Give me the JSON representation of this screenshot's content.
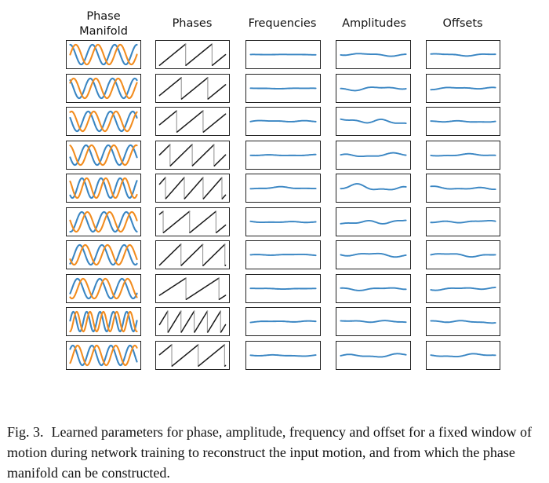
{
  "figure": {
    "headers": {
      "phase_manifold": [
        "Phase",
        "Manifold"
      ],
      "phases": "Phases",
      "frequencies": "Frequencies",
      "amplitudes": "Amplitudes",
      "offsets": "Offsets"
    },
    "colors": {
      "manifold_orange": "#f28c1e",
      "manifold_blue": "#3a86c3",
      "param_line": "#3a86c3",
      "phase_dark": "#1a1a1a",
      "phase_light": "#9a9a9a",
      "border": "#222222"
    },
    "rows": [
      {
        "cycles": 3.0,
        "phase_cycles": 2.5,
        "freq_wiggle": 0.05,
        "amp_wiggle": 0.35,
        "off_wiggle": 0.3
      },
      {
        "cycles": 3.0,
        "phase_cycles": 2.5,
        "freq_wiggle": 0.08,
        "amp_wiggle": 0.5,
        "off_wiggle": 0.3
      },
      {
        "cycles": 3.0,
        "phase_cycles": 2.5,
        "freq_wiggle": 0.25,
        "amp_wiggle": 0.8,
        "off_wiggle": 0.25
      },
      {
        "cycles": 3.0,
        "phase_cycles": 3.0,
        "freq_wiggle": 0.15,
        "amp_wiggle": 0.5,
        "off_wiggle": 0.3
      },
      {
        "cycles": 3.5,
        "phase_cycles": 3.5,
        "freq_wiggle": 0.3,
        "amp_wiggle": 0.9,
        "off_wiggle": 0.4
      },
      {
        "cycles": 3.0,
        "phase_cycles": 2.5,
        "freq_wiggle": 0.2,
        "amp_wiggle": 0.7,
        "off_wiggle": 0.35
      },
      {
        "cycles": 3.0,
        "phase_cycles": 3.0,
        "freq_wiggle": 0.15,
        "amp_wiggle": 0.5,
        "off_wiggle": 0.45
      },
      {
        "cycles": 3.0,
        "phase_cycles": 2.0,
        "freq_wiggle": 0.1,
        "amp_wiggle": 0.4,
        "off_wiggle": 0.35
      },
      {
        "cycles": 5.0,
        "phase_cycles": 5.0,
        "freq_wiggle": 0.2,
        "amp_wiggle": 0.35,
        "off_wiggle": 0.35
      },
      {
        "cycles": 3.5,
        "phase_cycles": 2.5,
        "freq_wiggle": 0.2,
        "amp_wiggle": 0.45,
        "off_wiggle": 0.4
      }
    ]
  },
  "caption": {
    "label": "Fig. 3.",
    "text": "Learned parameters for phase, amplitude, frequency and offset for a fixed window of motion during network training to reconstruct the input motion, and from which the phase manifold can be constructed."
  }
}
